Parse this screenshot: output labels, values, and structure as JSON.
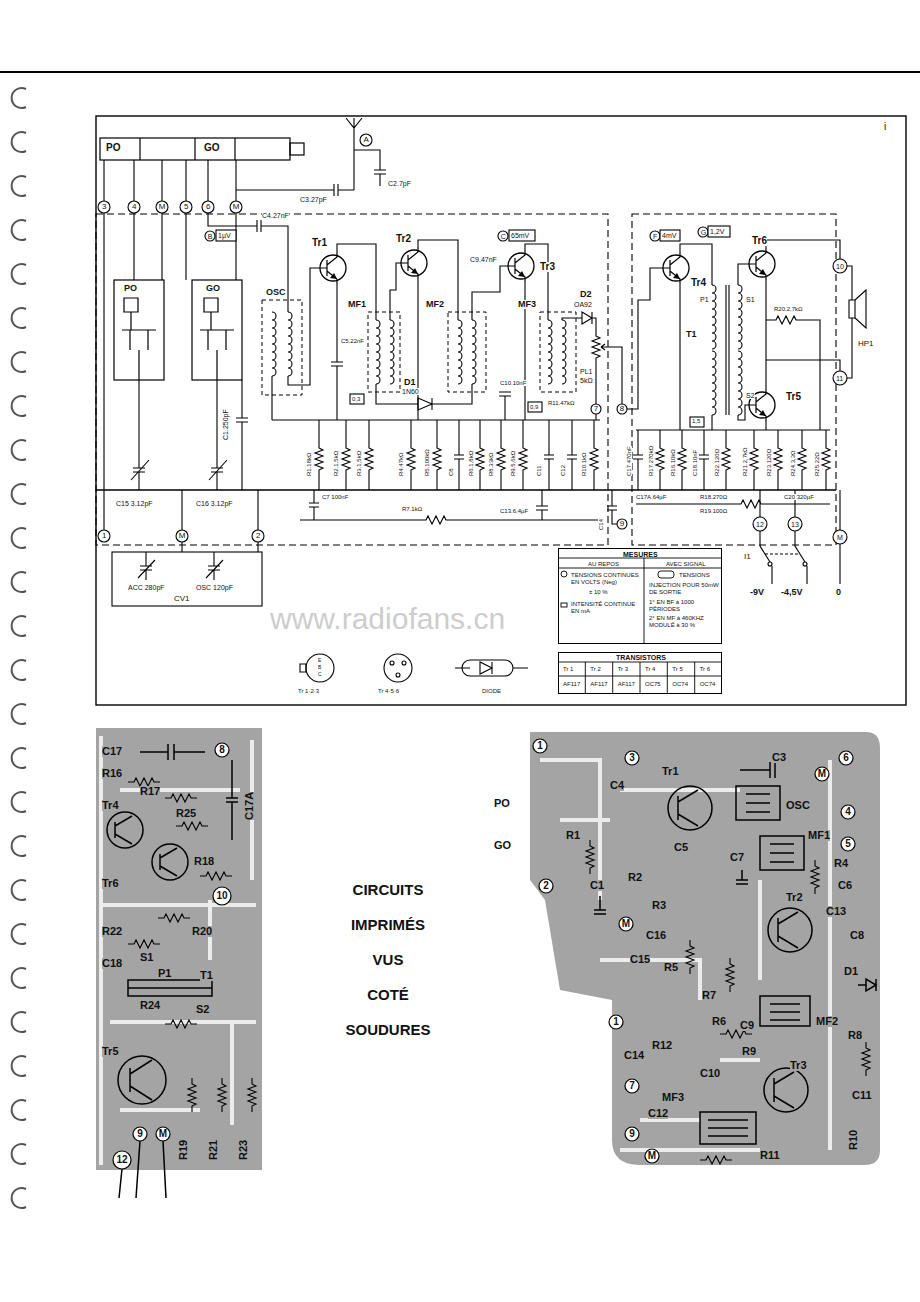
{
  "diagram": {
    "caption": "CIRCUITS IMPRIMÉS VUS COTÉ SOUDURES",
    "nodes": [
      {
        "text": [
          "MESURES",
          "AU REPOS",
          "AVEC SIGNAL",
          "TENSIONS CONTINUES EN VOLTS (Neg)",
          "± 10 %",
          "INTENSITÉ CONTINUE EN mA",
          "TENSIONS",
          "INJECTION POUR 50mW DE SORTIE",
          "1° EN BF à 1000 PÉRIODES",
          "2° EN MF à 460KHZ MODULÉ à 30 %"
        ]
      },
      {
        "text": [
          "TRANSISTORS",
          "Tr 1",
          "Tr 2",
          "Tr 3",
          "Tr 4",
          "Tr 5",
          "Tr 6",
          "AF117",
          "AF117",
          "AF117",
          "OC75",
          "OC74",
          "OC74"
        ]
      }
    ],
    "labels": [
      "PO",
      "GO",
      "A",
      "C3.27pF",
      "C2.7pF",
      "3",
      "4",
      "M",
      "5",
      "6",
      "M",
      "C4.27nF",
      "B",
      "1µV",
      "OSC",
      "Tr1",
      "Tr2",
      "C9.47nF",
      "C",
      "65mV",
      "Tr3",
      "MF1",
      "MF2",
      "MF3",
      "D2",
      "OA92",
      "D1",
      "1N60",
      "C5.22nF",
      "C1.250pF",
      "PO",
      "GO",
      "C10.10nF",
      "PL1",
      "5kΩ",
      "R1.18kΩ",
      "R2.1,5kΩ",
      "R3.1,5kΩ",
      "R4.47kΩ",
      "R5.100kΩ",
      "C8",
      "R6.1,8kΩ",
      "R8.33kΩ",
      "R9.5,6kΩ",
      "C11",
      "C12",
      "R10.1kΩ",
      "R11.47kΩ",
      "C7 100nF",
      "R7.1kΩ",
      "C13.6,4µF",
      "C14",
      "C15 3.12pF",
      "C16 3.12pF",
      "1",
      "M",
      "2",
      "ACC 280pF",
      "OSC 120pF",
      "CV1",
      "7",
      "8",
      "9",
      "F",
      "4mV",
      "Tr4",
      "G",
      "1,2V",
      "Tr6",
      "10",
      "11",
      "HP1",
      "T1",
      "P1",
      "S1",
      "S2",
      "C18.10nF",
      "R20.2,7kΩ",
      "R23.120Ω",
      "R24.3,3Ω",
      "Tr5",
      "C17 470nF",
      "R17.270kΩ",
      "R16.10kΩ",
      "R22.120Ω",
      "R21.2,7kΩ",
      "R25.22Ω",
      "C17A.64µF",
      "R18.270Ω",
      "R19.100Ω",
      "C20 320µF",
      "12",
      "13",
      "M",
      "I1",
      "-9V",
      "-4,5V",
      "0",
      "1,5",
      "0,3",
      "0,9",
      "Tr 1·2·3",
      "Tr 4·5·6",
      "DIODE",
      "E",
      "B",
      "C",
      "www.radiofans.cn",
      "i",
      "C17",
      "8",
      "R16",
      "Tr4",
      "R17",
      "C17A",
      "R25",
      "Tr6",
      "R18",
      "10",
      "R22",
      "R20",
      "C18",
      "S1",
      "P1",
      "T1",
      "R24",
      "S2",
      "Tr5",
      "R19",
      "R21",
      "R23",
      "9",
      "M",
      "12",
      "1",
      "3",
      "Tr1",
      "C3",
      "M",
      "6",
      "C4",
      "PO",
      "GO",
      "OSC",
      "4",
      "R1",
      "C5",
      "MF1",
      "5",
      "C7",
      "R4",
      "C6",
      "C1",
      "2",
      "R2",
      "R3",
      "M",
      "C16",
      "C15",
      "Tr2",
      "C13",
      "C8",
      "R5",
      "R7",
      "D1",
      "R6",
      "1",
      "MF2",
      "R12",
      "C9",
      "R8",
      "C14",
      "R9",
      "Tr3",
      "7",
      "C10",
      "MF3",
      "C12",
      "C11",
      "9",
      "M",
      "R11",
      "R10"
    ]
  }
}
